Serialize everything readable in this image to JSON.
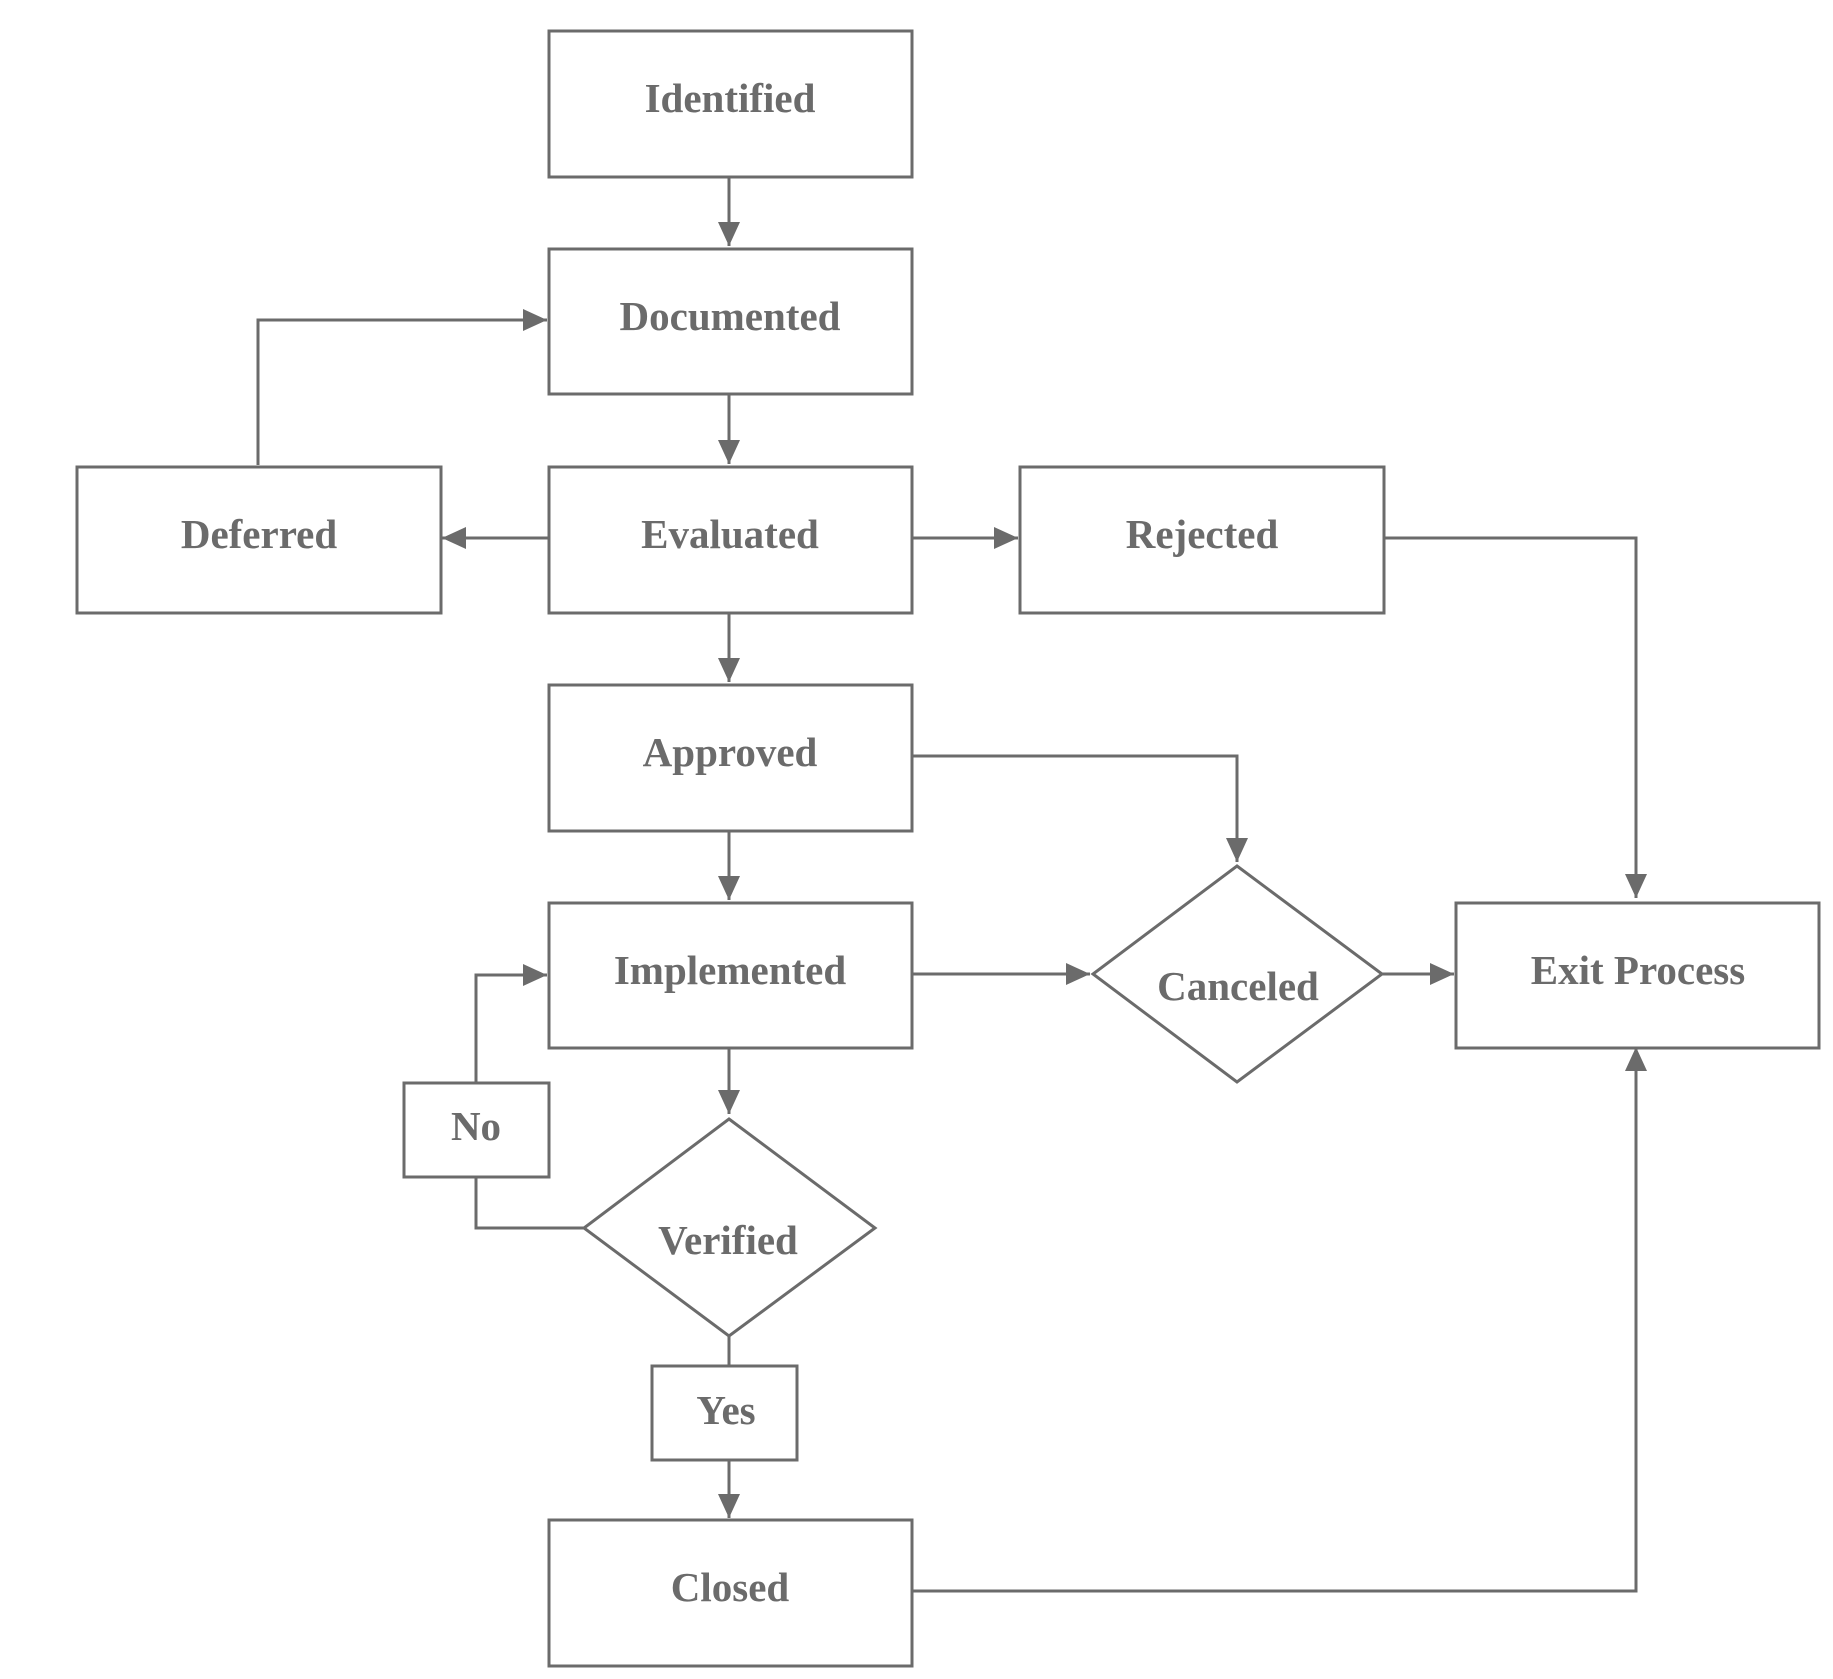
{
  "diagram": {
    "colors": {
      "stroke": "#6b6b6b",
      "text": "#6b6b6b",
      "background": "#ffffff"
    },
    "nodes": {
      "identified": "Identified",
      "documented": "Documented",
      "evaluated": "Evaluated",
      "deferred": "Deferred",
      "rejected": "Rejected",
      "approved": "Approved",
      "implemented": "Implemented",
      "canceled": "Canceled",
      "exit_process": "Exit Process",
      "verified": "Verified",
      "no": "No",
      "yes": "Yes",
      "closed": "Closed"
    },
    "edges": [
      {
        "from": "Identified",
        "to": "Documented"
      },
      {
        "from": "Documented",
        "to": "Evaluated"
      },
      {
        "from": "Evaluated",
        "to": "Deferred"
      },
      {
        "from": "Deferred",
        "to": "Documented"
      },
      {
        "from": "Evaluated",
        "to": "Rejected"
      },
      {
        "from": "Rejected",
        "to": "Exit Process"
      },
      {
        "from": "Evaluated",
        "to": "Approved"
      },
      {
        "from": "Approved",
        "to": "Canceled"
      },
      {
        "from": "Approved",
        "to": "Implemented"
      },
      {
        "from": "Implemented",
        "to": "Canceled"
      },
      {
        "from": "Canceled",
        "to": "Exit Process"
      },
      {
        "from": "Implemented",
        "to": "Verified"
      },
      {
        "from": "Verified",
        "to": "Implemented",
        "label": "No"
      },
      {
        "from": "Verified",
        "to": "Closed",
        "label": "Yes"
      },
      {
        "from": "Closed",
        "to": "Exit Process"
      }
    ]
  }
}
